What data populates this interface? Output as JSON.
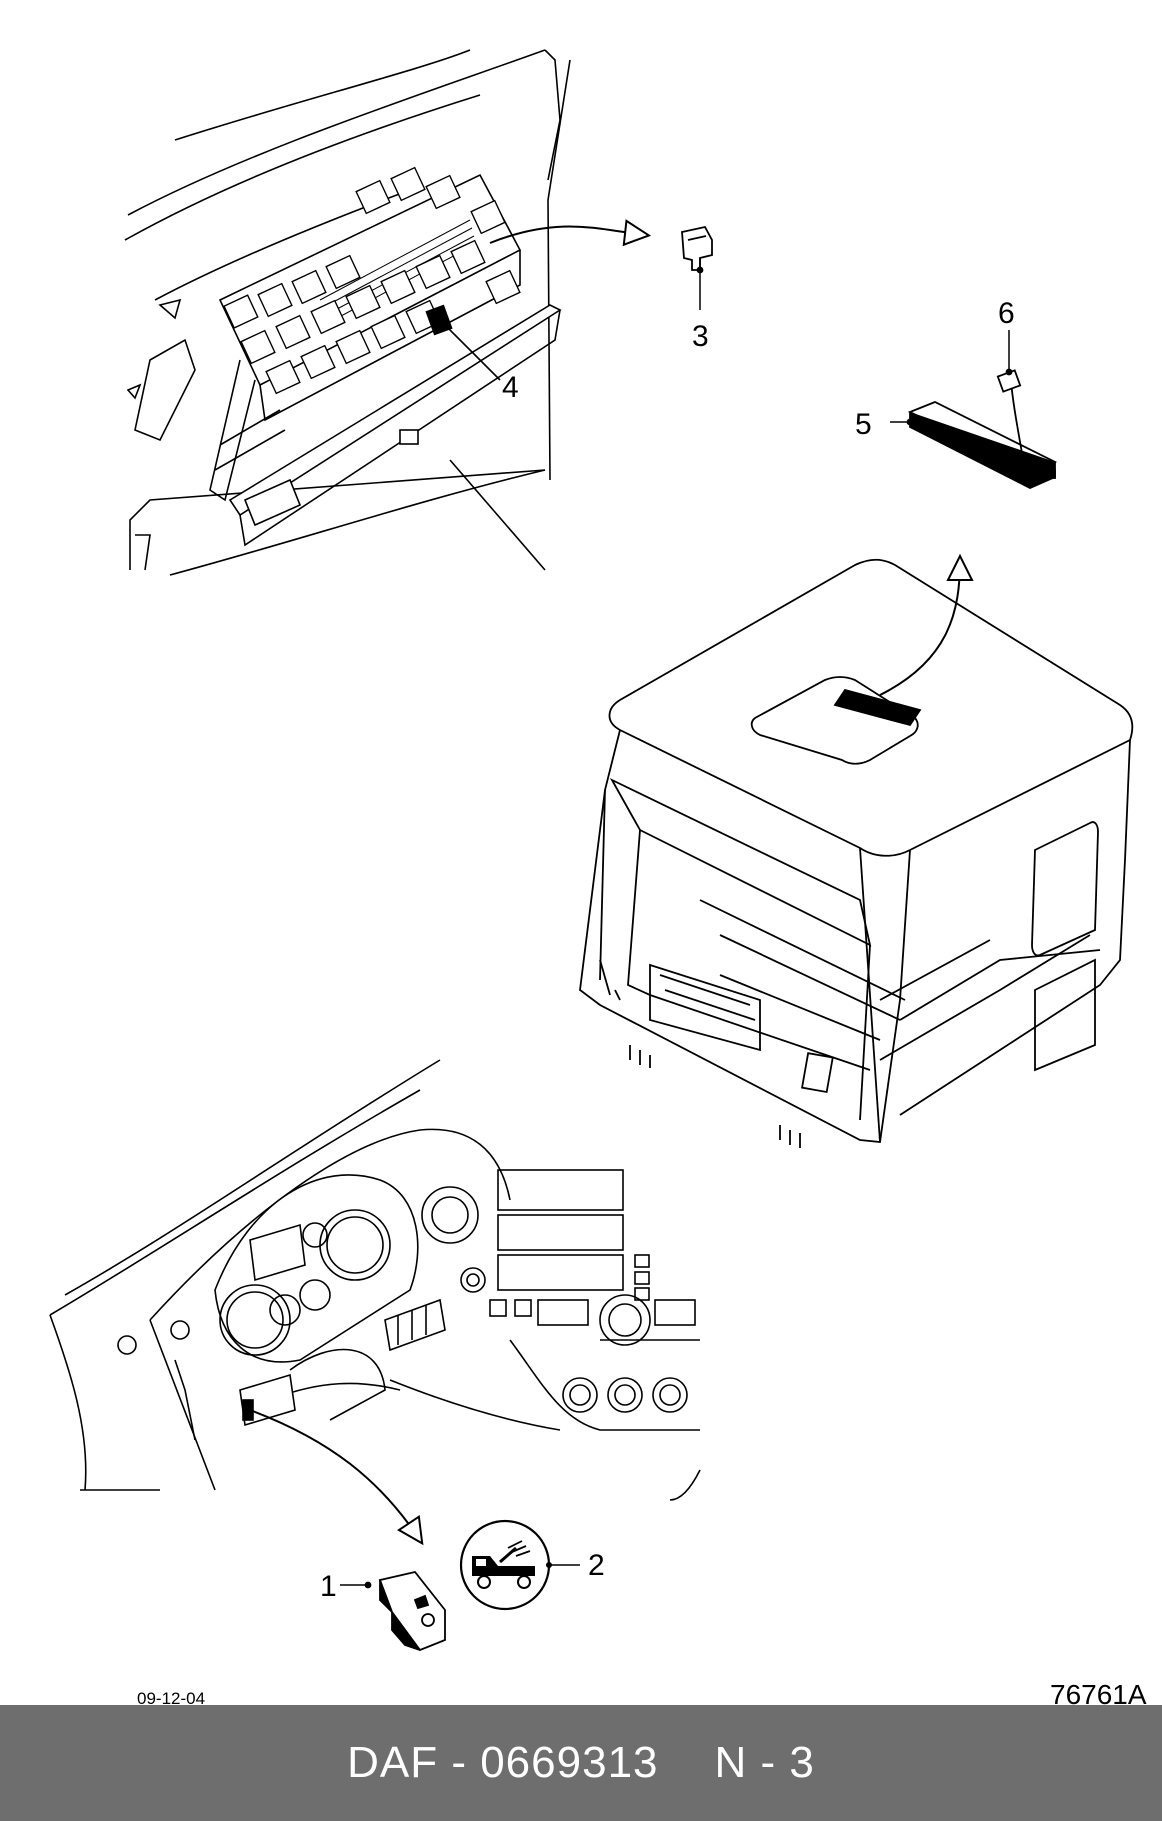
{
  "callouts": [
    {
      "id": "1",
      "label": "1"
    },
    {
      "id": "2",
      "label": "2"
    },
    {
      "id": "3",
      "label": "3"
    },
    {
      "id": "4",
      "label": "4"
    },
    {
      "id": "5",
      "label": "5"
    },
    {
      "id": "6",
      "label": "6"
    }
  ],
  "date_code": "09-12-04",
  "drawing_number": "76761A",
  "footer": {
    "part_ref": "DAF - 0669313",
    "page_ref": "N - 3"
  }
}
